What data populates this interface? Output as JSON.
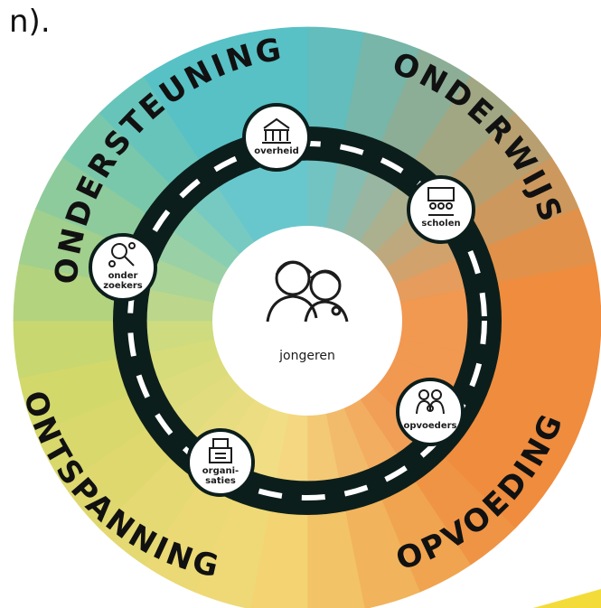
{
  "fragment_text": "n).",
  "arc_labels": {
    "top_left": "ONDERSTEUNING",
    "top_right": "ONDERWIJS",
    "bottom_right": "OPVOEDING",
    "bottom_left": "ONTSPANNING"
  },
  "nodes": [
    {
      "id": "overheid",
      "lines": [
        "overheid"
      ],
      "icon": "government-building-icon"
    },
    {
      "id": "scholen",
      "lines": [
        "scholen"
      ],
      "icon": "classroom-icon"
    },
    {
      "id": "opvoeders",
      "lines": [
        "opvoeders"
      ],
      "icon": "family-icon"
    },
    {
      "id": "organisaties",
      "lines": [
        "organi-",
        "saties"
      ],
      "icon": "organization-icon"
    },
    {
      "id": "onderzoekers",
      "lines": [
        "onder",
        "zoekers"
      ],
      "icon": "research-icon"
    }
  ],
  "center": {
    "label": "jongeren",
    "icon": "young-people-icon"
  },
  "colors": {
    "road": "#0c1e1c",
    "road_dash": "#ffffff",
    "ring_teal": "#57c1c6",
    "ring_orange": "#ef8c3e",
    "ring_yellow": "#f3d977",
    "ring_green": "#cfd86a",
    "accent_yellow": "#f3dc3a"
  }
}
